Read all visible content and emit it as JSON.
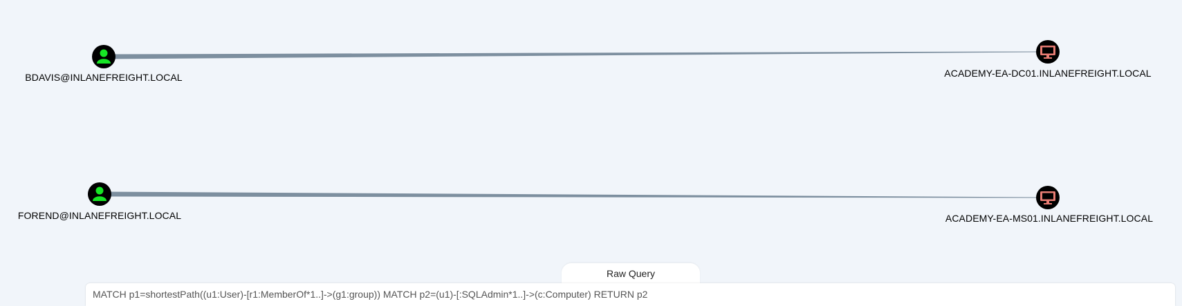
{
  "graph": {
    "nodes": [
      {
        "id": "u1",
        "kind": "user",
        "label": "BDAVIS@INLANEFREIGHT.LOCAL"
      },
      {
        "id": "c1",
        "kind": "computer",
        "label": "ACADEMY-EA-DC01.INLANEFREIGHT.LOCAL"
      },
      {
        "id": "u2",
        "kind": "user",
        "label": "FOREND@INLANEFREIGHT.LOCAL"
      },
      {
        "id": "c2",
        "kind": "computer",
        "label": "ACADEMY-EA-MS01.INLANEFREIGHT.LOCAL"
      }
    ],
    "edges": [
      {
        "from": "u1",
        "to": "c1"
      },
      {
        "from": "u2",
        "to": "c2"
      }
    ]
  },
  "colors": {
    "background": "#f1f5fa",
    "user_node": "#17e625",
    "computer_node": "#e77c73",
    "node_border": "#000000",
    "edge": "#7d8f9f"
  },
  "icons": {
    "user": "user-icon",
    "computer": "computer-icon"
  },
  "raw_query": {
    "tab_label": "Raw Query",
    "value": "MATCH p1=shortestPath((u1:User)-[r1:MemberOf*1..]->(g1:group)) MATCH p2=(u1)-[:SQLAdmin*1..]->(c:Computer) RETURN p2"
  }
}
